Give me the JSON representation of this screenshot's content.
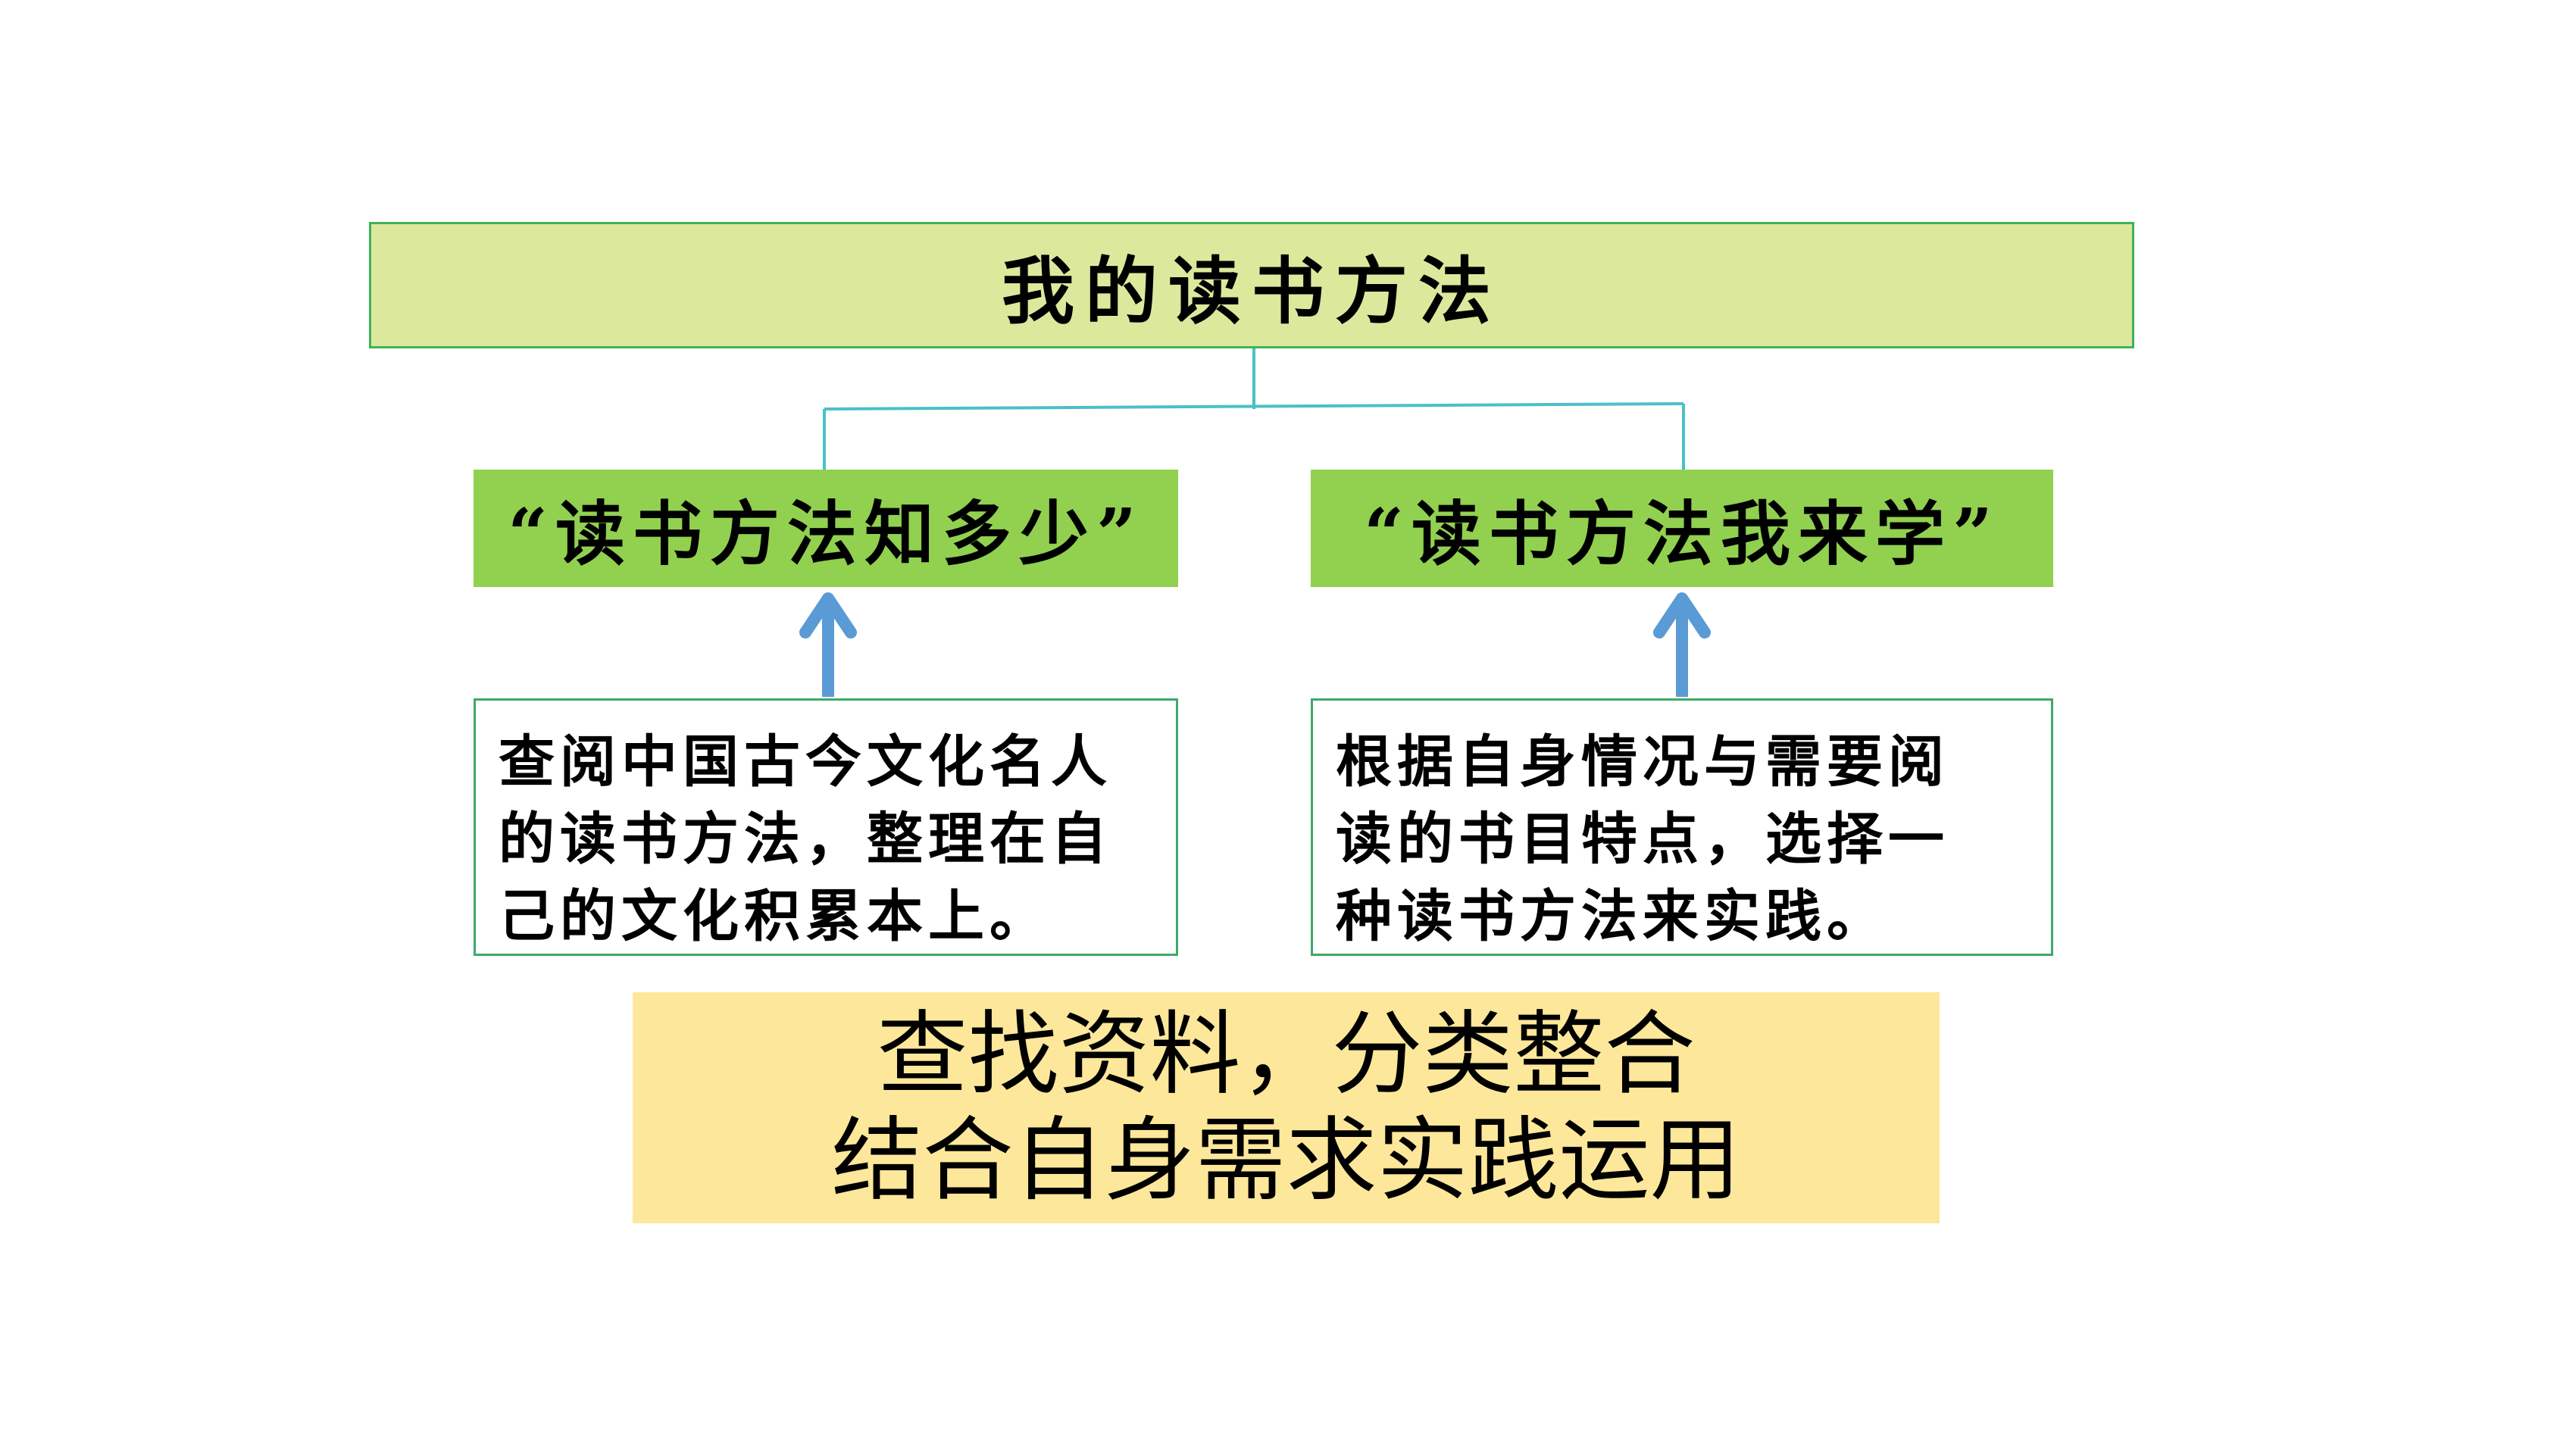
{
  "title": "我的读书方法",
  "branches": [
    {
      "label": "“读书方法知多少”",
      "description": "查阅中国古今文化名人\n的读书方法，整理在自\n己的文化积累本上。"
    },
    {
      "label": "“读书方法我来学”",
      "description": "根据自身情况与需要阅\n读的书目特点，选择一\n种读书方法来实践。"
    }
  ],
  "summary": {
    "line1": "查找资料，分类整合",
    "line2": "结合自身需求实践运用"
  },
  "colors": {
    "title_fill": "#dce89c",
    "branch_fill": "#92d050",
    "summary_fill": "#fde79a",
    "connector": "#4bbfc9",
    "arrow": "#5b9bd5",
    "border": "#3fa86a"
  }
}
